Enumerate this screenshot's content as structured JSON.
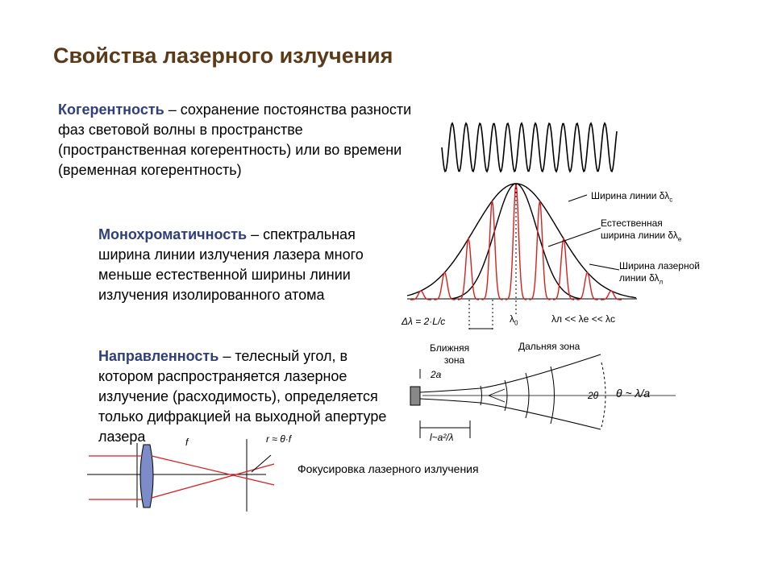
{
  "slide": {
    "title": "Свойства лазерного излучения",
    "coherence": {
      "term": "Когерентность",
      "text": " – сохранение постоянства разности фаз световой волны в пространстве (пространственная когерентность) или во времени (временная когерентность)"
    },
    "monochrom": {
      "term": "Монохроматичность",
      "text": " – спектральная ширина линии излучения лазера много меньше естественной ширины линии излучения изолированного атома"
    },
    "direction": {
      "term": "Направленность",
      "text": " – телесный угол, в котором распространяется лазерное излучение (расходимость), определяется только дифракцией на выходной апертуре лазера"
    }
  },
  "spectrum": {
    "label_line_width": "Ширина линии δλ",
    "label_line_width_sub": "c",
    "label_natural_line1": "Естественная",
    "label_natural_line2": "ширина линии δλ",
    "label_natural_sub": "e",
    "label_laser_line1": "Ширина лазерной",
    "label_laser_line2": "линии δλ",
    "label_laser_sub": "л",
    "delta_formula": "Δλ = 2·L/c",
    "lambda0": "λ",
    "lambda0_sub": "0",
    "inequality": "λл << λe << λc"
  },
  "beam": {
    "near_zone_line1": "Ближняя",
    "near_zone_line2": "зона",
    "far_zone": "Дальняя зона",
    "aperture": "2a",
    "length": "l~a²/λ",
    "angle": "2θ",
    "divergence": "θ ~ λ/a"
  },
  "focus": {
    "caption": "Фокусировка лазерного излучения",
    "spot": "r ≈ θ·f",
    "focal": "f"
  }
}
